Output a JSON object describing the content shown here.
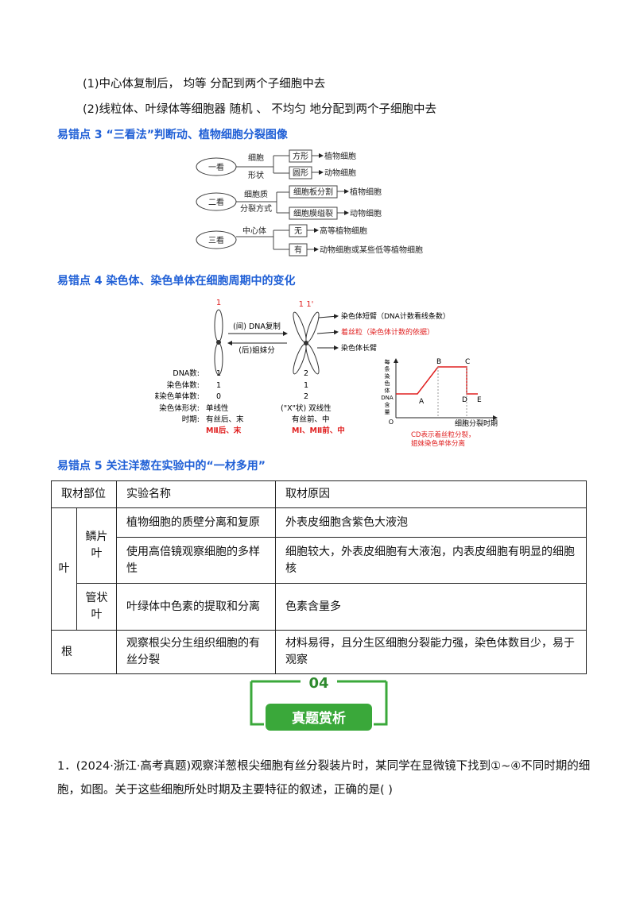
{
  "intro": {
    "line1": "(1)中心体复制后， 均等  分配到两个子细胞中去",
    "line2": "(2)线粒体、叶绿体等细胞器  随机  、  不均匀  地分配到两个子细胞中去"
  },
  "section3": {
    "heading": "易错点 3 “三看法”判断动、植物细胞分裂图像",
    "diagram": {
      "look1": "一看",
      "look1_label_a": "细胞",
      "look1_label_b": "形状",
      "look1_box1": "方形",
      "look1_res1": "植物细胞",
      "look1_box2": "圆形",
      "look1_res2": "动物细胞",
      "look2": "二看",
      "look2_label_a": "细胞质",
      "look2_label_b": "分裂方式",
      "look2_box1": "细胞板分割",
      "look2_res1": "植物细胞",
      "look2_box2": "细胞膜缢裂",
      "look2_res2": "动物细胞",
      "look3": "三看",
      "look3_label": "中心体",
      "look3_box1": "无",
      "look3_res1": "高等植物细胞",
      "look3_box2": "有",
      "look3_res2": "动物细胞或某些低等植物细胞"
    }
  },
  "section4": {
    "heading": "易错点 4  染色体、染色单体在细胞周期中的变化",
    "figure": {
      "label_one": "1",
      "label_one_pair": "1   1'",
      "arrow_top": "(间) DNA复制",
      "arrow_bottom": "(后)姐妹分",
      "right1": "染色体短臂（DNA计数看线条数）",
      "right2": "着丝粒（染色体计数的依据）",
      "right3": "染色体长臂",
      "rows": [
        {
          "label": "DNA数:",
          "left": "1",
          "right": "2"
        },
        {
          "label": "染色体数:",
          "left": "1",
          "right": "1"
        },
        {
          "label": "姐妹染色单体数:",
          "left": "0",
          "right": "2"
        }
      ],
      "shape_label": "染色体形状:",
      "shape_left": "单线性",
      "shape_right": "(\"X\"状) 双线性",
      "period_label": "时期:",
      "period_left": "有丝后、末",
      "period_right": "有丝前、中",
      "red_left": "MⅡ后、末",
      "red_right": "MⅠ、MⅡ前、中"
    },
    "graph": {
      "ylabel_chars": [
        "每",
        "条",
        "染",
        "色",
        "体",
        "DNA",
        "含",
        "量"
      ],
      "origin": "O",
      "xlabel": "细胞分裂时期",
      "points": [
        "A",
        "B",
        "C",
        "D",
        "E"
      ],
      "note1": "CD表示着丝粒分裂，",
      "note2": "姐妹染色单体分离"
    }
  },
  "section5": {
    "heading": "易错点 5  关注洋葱在实验中的“一材多用”",
    "table": {
      "headers": [
        "取材部位",
        "实验名称",
        "取材原因"
      ],
      "leaf": "叶",
      "scale_leaf": "鳞片\n叶",
      "tube_leaf": "管状\n叶",
      "root": "根",
      "rows": [
        {
          "exp": "植物细胞的质壁分离和复原",
          "reason": "外表皮细胞含紫色大液泡"
        },
        {
          "exp": "使用高倍镜观察细胞的多样性",
          "reason": "细胞较大，外表皮细胞有大液泡，内表皮细胞有明显的细胞核"
        },
        {
          "exp": "叶绿体中色素的提取和分离",
          "reason": "色素含量多"
        },
        {
          "exp": "观察根尖分生组织细胞的有丝分裂",
          "reason": "材料易得，且分生区细胞分裂能力强，染色体数目少，易于观察"
        }
      ]
    }
  },
  "banner": {
    "number": "04",
    "title": "真题赏析",
    "color": "#3aa83a"
  },
  "question": {
    "text": "1．(2024·浙江·高考真题)观察洋葱根尖细胞有丝分裂装片时，某同学在显微镜下找到①~④不同时期的细胞，如图。关于这些细胞所处时期及主要特征的叙述，正确的是(    )"
  }
}
